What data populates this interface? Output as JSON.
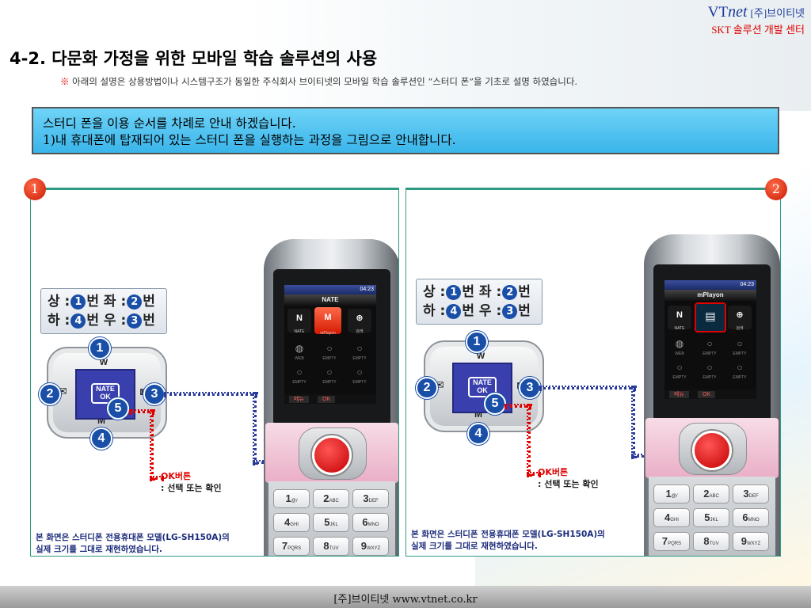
{
  "header": {
    "brand_main": "VT",
    "brand_italic": "net",
    "brand_company": "[주]브이티넷",
    "brand_sub": "SKT 솔루션 개발 센터"
  },
  "title": "4-2. 다문화 가정을 위한 모바일 학습 솔루션의 사용",
  "note": {
    "mark": "※",
    "text": "아래의 설명은 상용방법이나 시스템구조가 동일한 주식회사 브이티넷의 모바일 학습 솔루션인 “스터디 폰”을 기초로 설명 하였습니다."
  },
  "info": {
    "line1": "스터디 폰을 이용 순서를 차례로 안내 하겠습니다.",
    "line2": "1)내 휴대폰에 탑재되어 있는 스터디 폰을 실행하는 과정을 그림으로 안내합니다."
  },
  "steps": [
    {
      "number": "1"
    },
    {
      "number": "2"
    }
  ],
  "keyguide": {
    "up": "상",
    "left": "좌",
    "down": "하",
    "right": "우",
    "suffix": "번",
    "n1": "1",
    "n2": "2",
    "n3": "3",
    "n4": "4",
    "n5": "5"
  },
  "navpad": {
    "nate_line1": "NATE",
    "nate_line2": "OK",
    "up_symbol": "W",
    "left_symbol": "✉",
    "right_symbol": "◙",
    "bottom_symbol": "M"
  },
  "ok_label": {
    "line1": "OK버튼",
    "line2": ": 선택 또는 확인"
  },
  "caption": {
    "line1": "본 화면은 스터디폰 전용휴대폰 모델(LG-SH150A)의",
    "line2": "실제 크기를 그대로 재현하였습니다."
  },
  "phone": {
    "clock": "04:23",
    "app_title_1": "NATE",
    "app_title_2": "mPlayon",
    "icon_nate": "N",
    "icon_nate_label": "NATE",
    "icon_mplayon_label": "mPlayon",
    "icon_search": "⊕",
    "icon_search_label": "검색",
    "icon_empty_label": "EMPTY",
    "icon_globe_label": "WEB",
    "soft_left": "메뉴",
    "soft_ok": "OK",
    "keys": [
      {
        "n": "1",
        "s": "@/"
      },
      {
        "n": "2",
        "s": "ABC"
      },
      {
        "n": "3",
        "s": "DEF"
      },
      {
        "n": "4",
        "s": "GHI"
      },
      {
        "n": "5",
        "s": "JKL"
      },
      {
        "n": "6",
        "s": "MNO"
      },
      {
        "n": "7",
        "s": "PQRS"
      },
      {
        "n": "8",
        "s": "TUV"
      },
      {
        "n": "9",
        "s": "WXYZ"
      }
    ]
  },
  "footer": "[주]브이티넷 www.vtnet.co.kr",
  "colors": {
    "accent_red": "#e00000",
    "brand_blue": "#1a3a9a",
    "panel_border": "#2e9a82",
    "info_bg": "#3ab5ea",
    "pad_blue": "#3a3fae"
  }
}
